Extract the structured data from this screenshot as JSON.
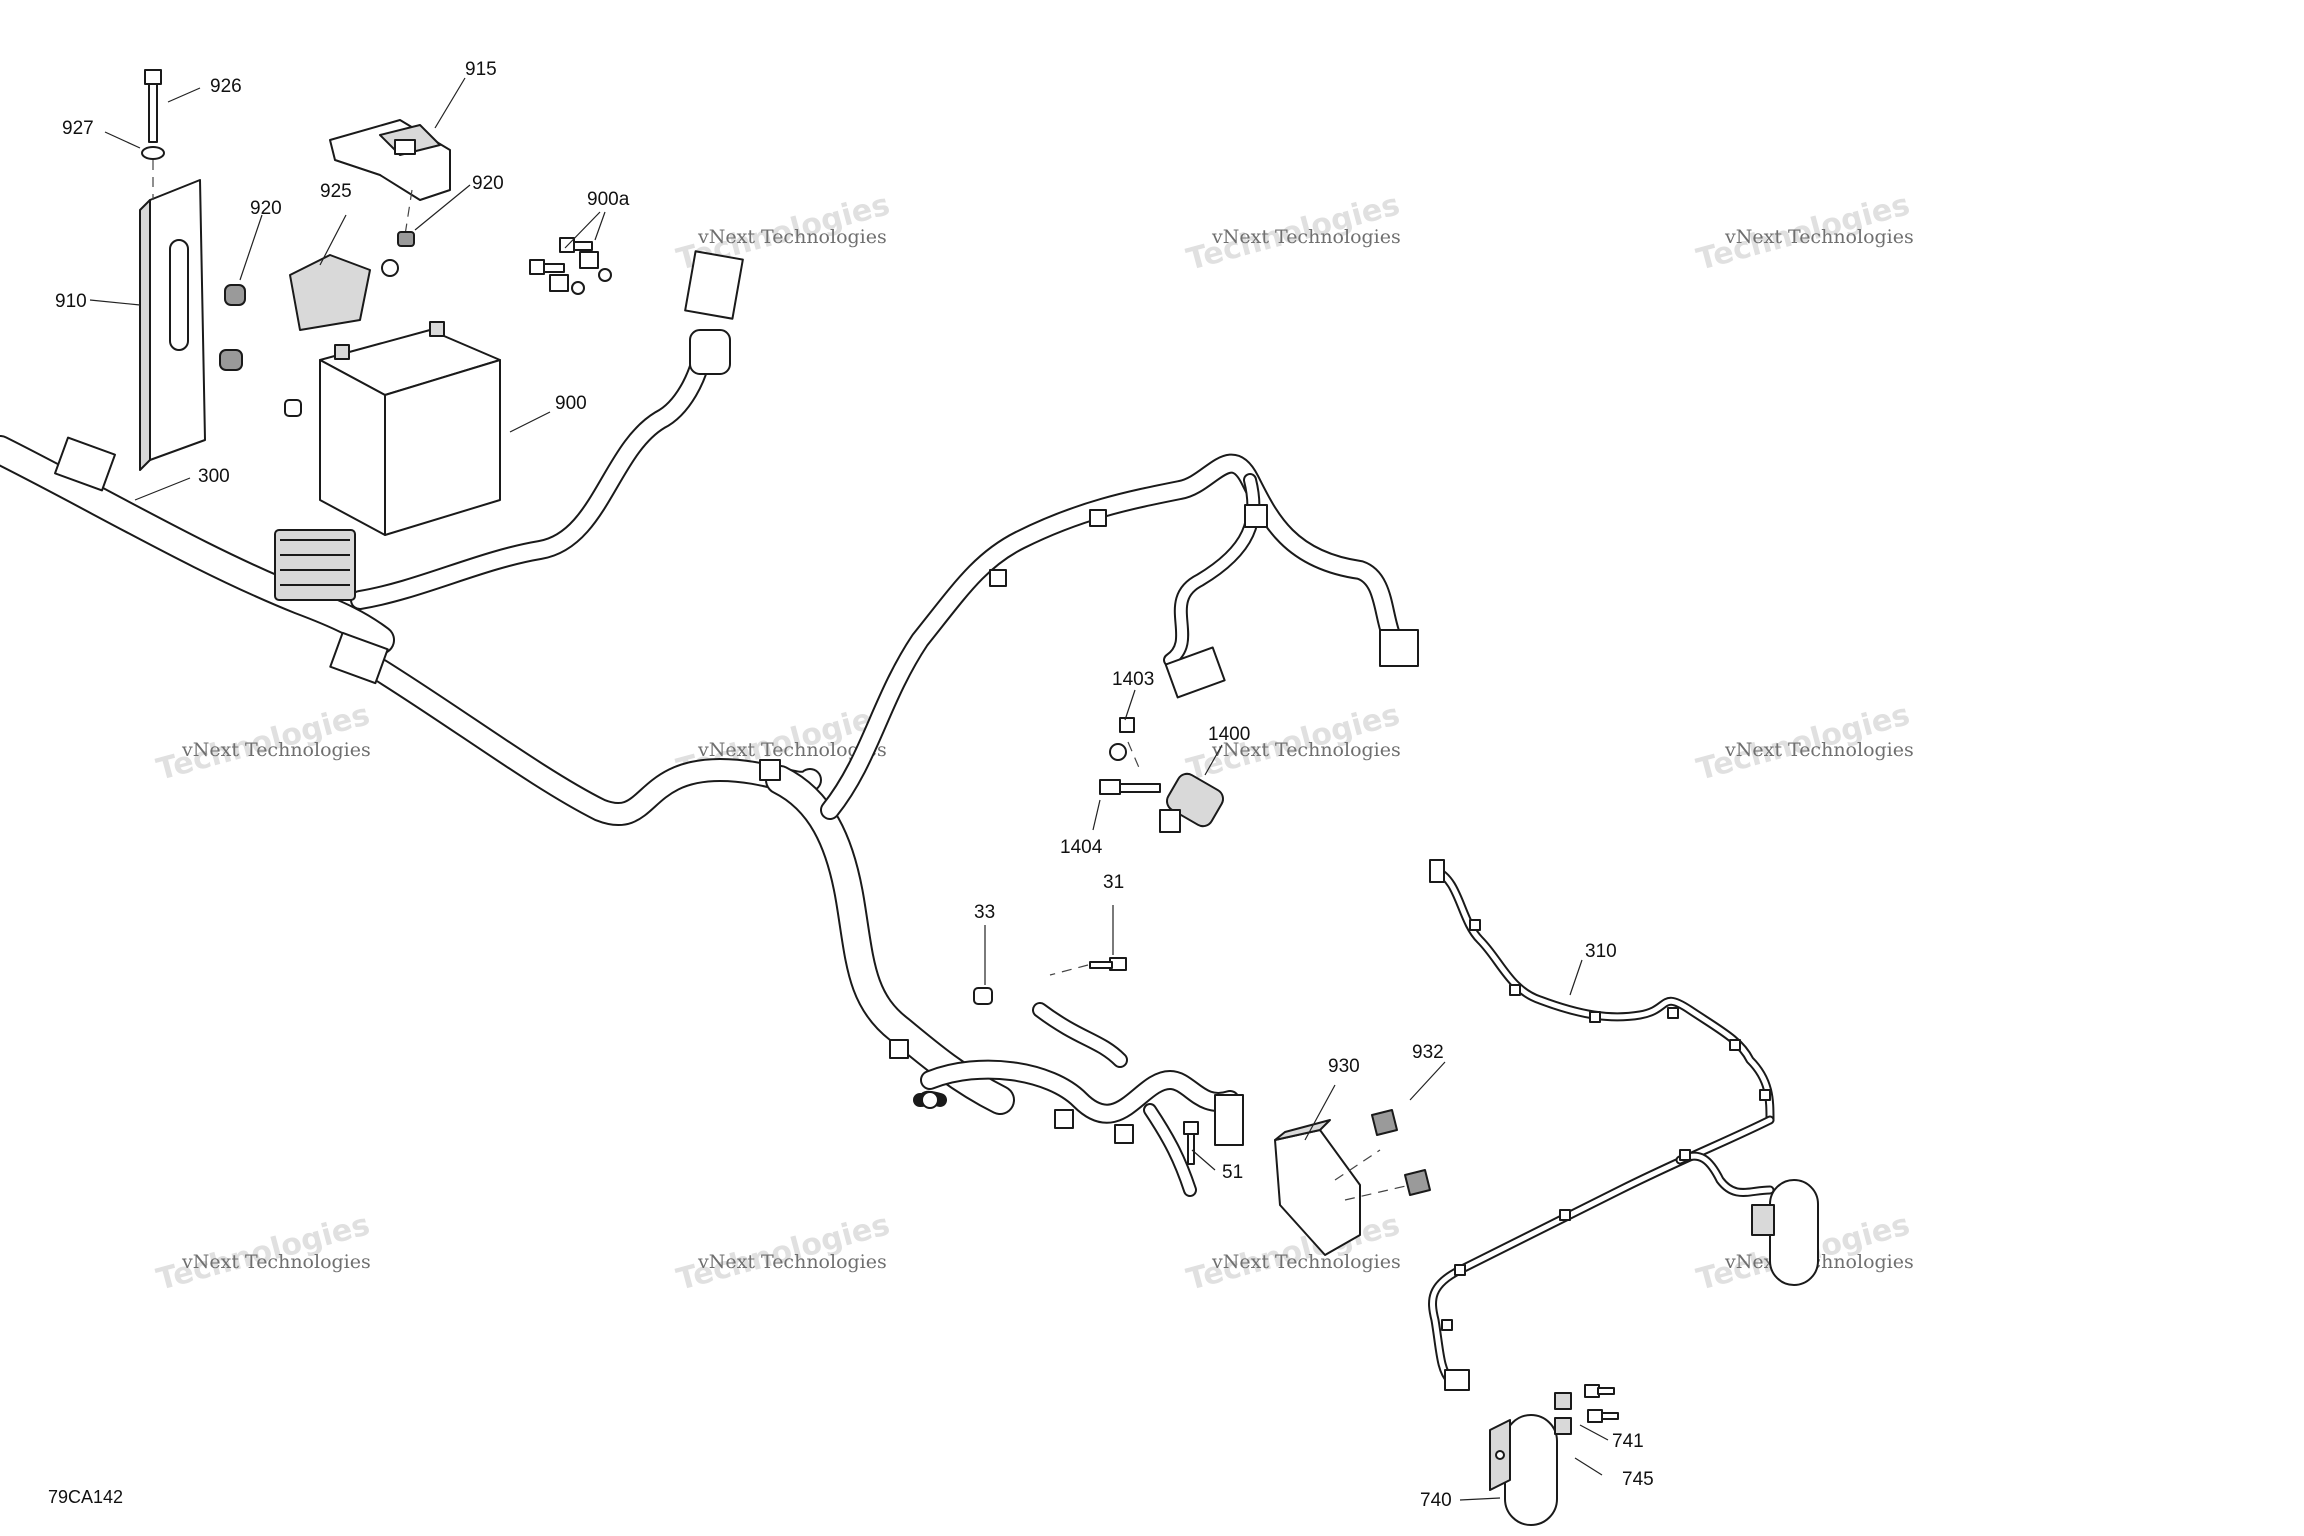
{
  "figure_id": "79CA142",
  "watermark_text": "vNext Technologies",
  "watermark_subtext": "Technologies",
  "callouts": [
    {
      "id": "926",
      "label": "926"
    },
    {
      "id": "927",
      "label": "927"
    },
    {
      "id": "915",
      "label": "915"
    },
    {
      "id": "920a",
      "label": "920"
    },
    {
      "id": "920b",
      "label": "920"
    },
    {
      "id": "925",
      "label": "925"
    },
    {
      "id": "900a",
      "label": "900a"
    },
    {
      "id": "910",
      "label": "910"
    },
    {
      "id": "900",
      "label": "900"
    },
    {
      "id": "300",
      "label": "300"
    },
    {
      "id": "1403",
      "label": "1403"
    },
    {
      "id": "1400",
      "label": "1400"
    },
    {
      "id": "1404",
      "label": "1404"
    },
    {
      "id": "33",
      "label": "33"
    },
    {
      "id": "31",
      "label": "31"
    },
    {
      "id": "310",
      "label": "310"
    },
    {
      "id": "930",
      "label": "930"
    },
    {
      "id": "932",
      "label": "932"
    },
    {
      "id": "51",
      "label": "51"
    },
    {
      "id": "741",
      "label": "741"
    },
    {
      "id": "745",
      "label": "745"
    },
    {
      "id": "740",
      "label": "740"
    }
  ]
}
